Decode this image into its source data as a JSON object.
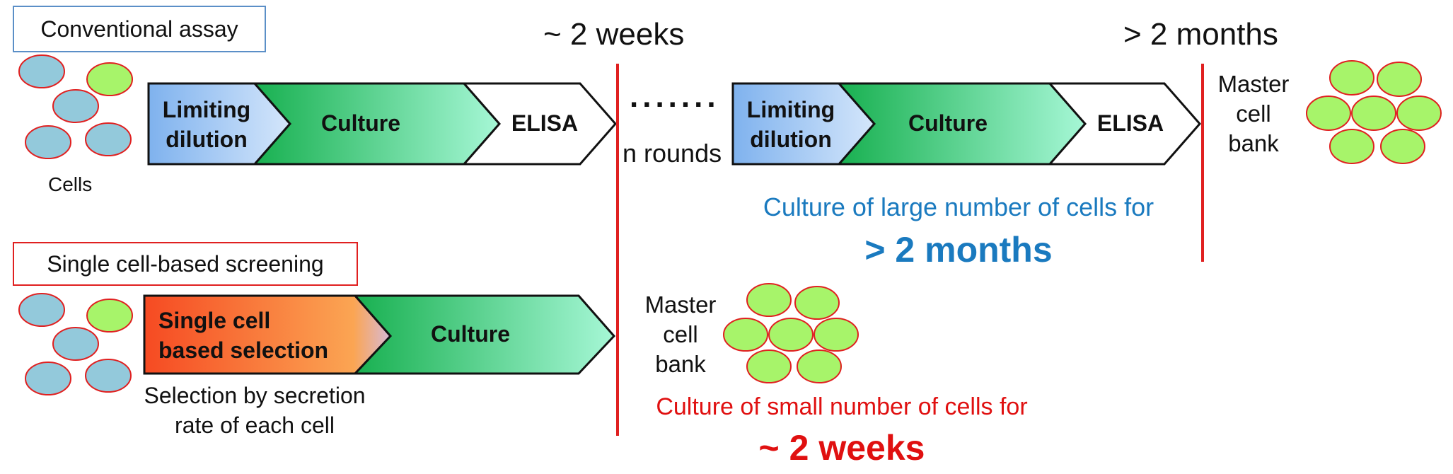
{
  "conventional": {
    "label": "Conventional assay",
    "cells_label": "Cells",
    "time_1": "~ 2 weeks",
    "time_2": "> 2 months",
    "steps": [
      "Limiting",
      "dilution",
      "Culture",
      "ELISA"
    ],
    "steps_repeat": [
      "Limiting",
      "dilution",
      "Culture",
      "ELISA"
    ],
    "dots": ".......",
    "rounds": "n rounds",
    "master_bank": [
      "Master",
      "cell",
      "bank"
    ],
    "note_line": "Culture of large number of cells for",
    "note_value": "> 2 months"
  },
  "single_cell": {
    "label": "Single cell-based screening",
    "steps": [
      "Single cell",
      "based selection",
      "Culture"
    ],
    "selection_note": [
      "Selection by secretion",
      "rate of each cell"
    ],
    "master_bank": [
      "Master",
      "cell",
      "bank"
    ],
    "note_line": "Culture of small number of cells for",
    "note_value": "~ 2 weeks"
  },
  "colors": {
    "blue_cell": "#93c9db",
    "green_cell": "#a7f46a",
    "cell_border": "#e02020",
    "divider": "#e02020",
    "blue_text": "#1a7abf",
    "red_text": "#e01010"
  }
}
